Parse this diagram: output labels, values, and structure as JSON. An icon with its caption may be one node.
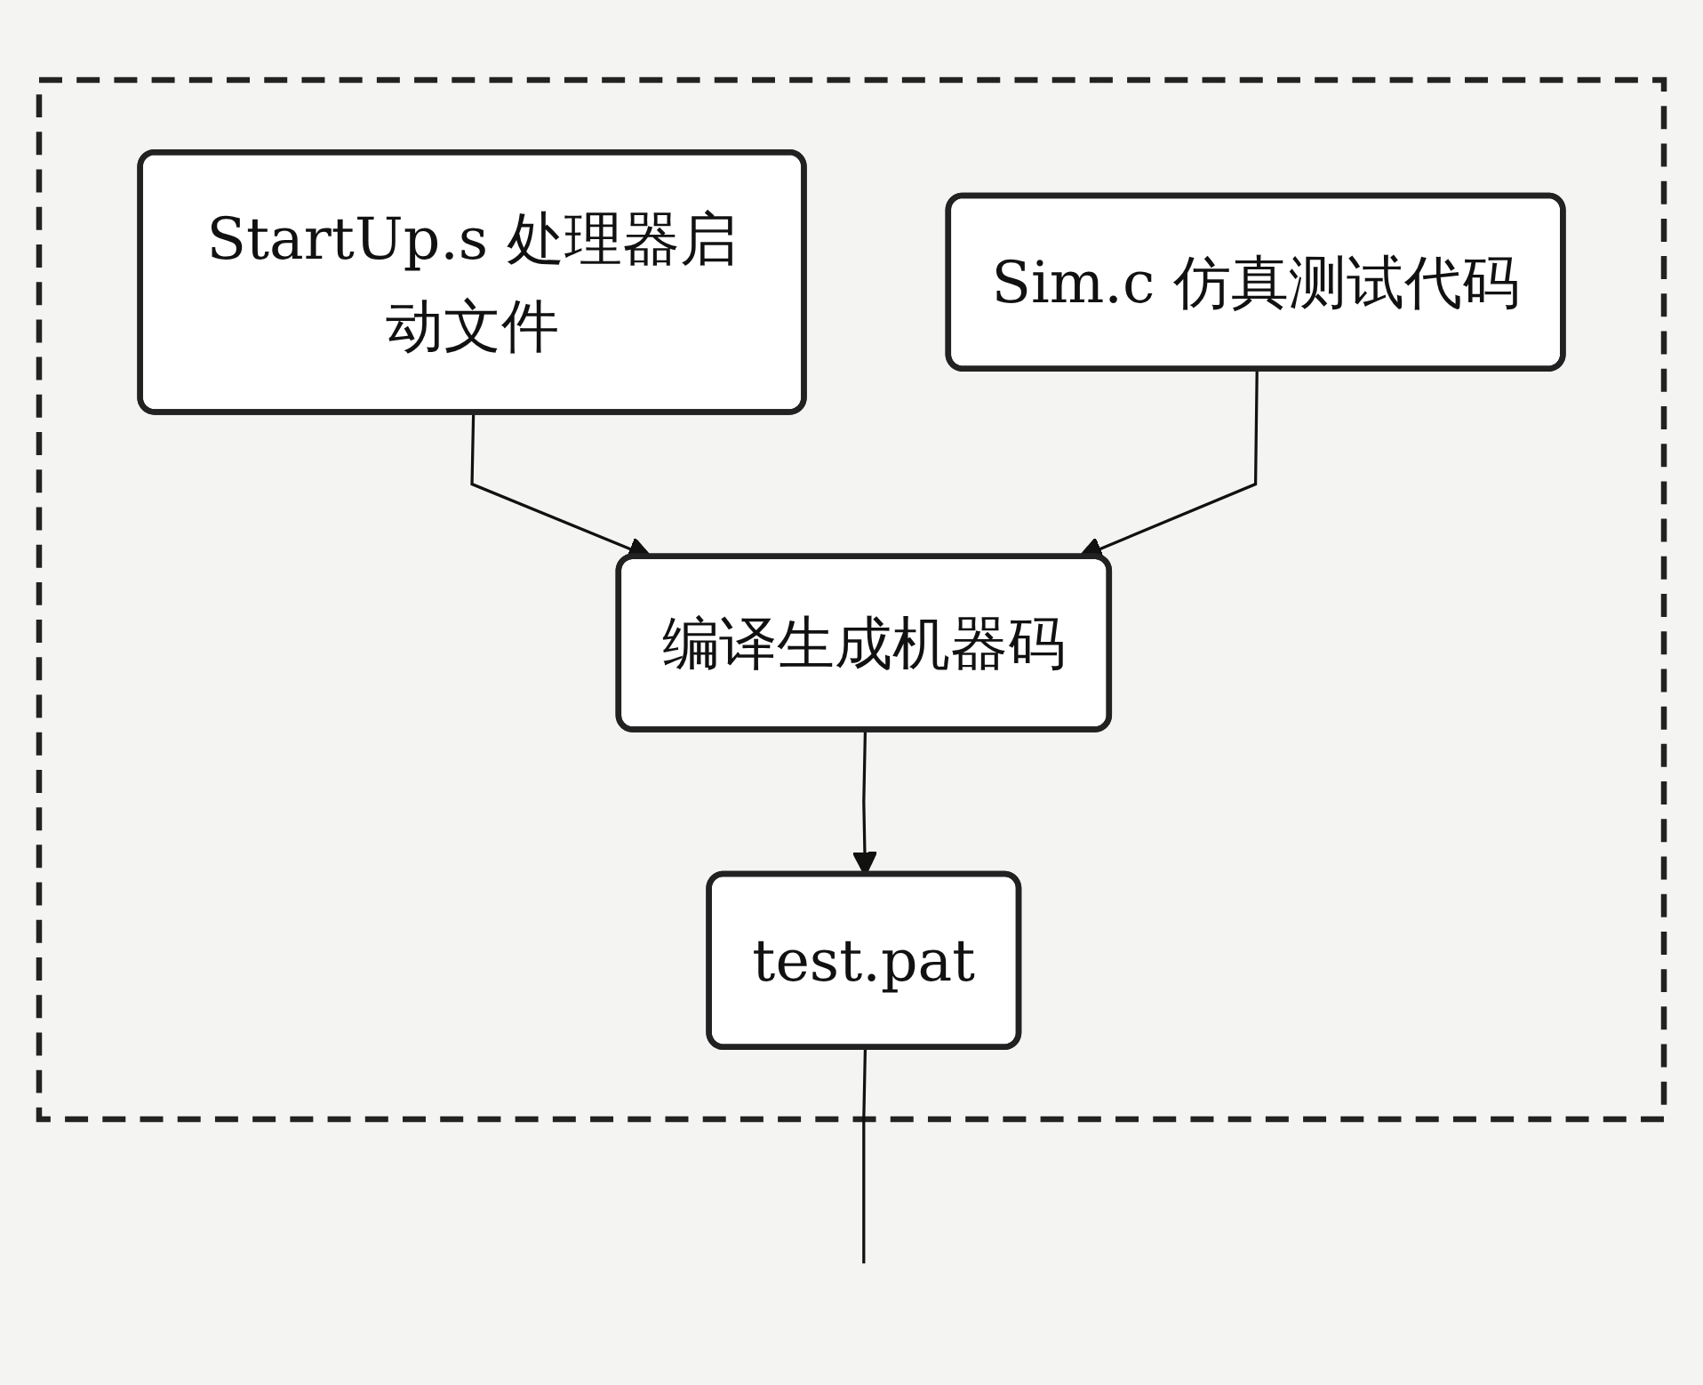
{
  "diagram": {
    "nodes": [
      {
        "text": [],
        "shape": "box"
      },
      {
        "text": [
          "StartUp.s 处理器启动文件"
        ],
        "in": 0
      },
      {
        "text": [
          "Sim.c 仿真测试代码"
        ],
        "in": 0
      },
      {
        "text": [
          "编译生成机器码"
        ],
        "in": 0
      },
      {
        "text": [
          "test.pat"
        ],
        "in": 0
      }
    ],
    "edges": [
      {
        "from": 1,
        "to": 3,
        "arrow": "to"
      },
      {
        "from": 2,
        "to": 3,
        "arrow": "to"
      },
      {
        "from": 3,
        "to": 4,
        "arrow": "to"
      },
      {
        "from": 4,
        "to": null,
        "arrow": "none"
      }
    ]
  }
}
